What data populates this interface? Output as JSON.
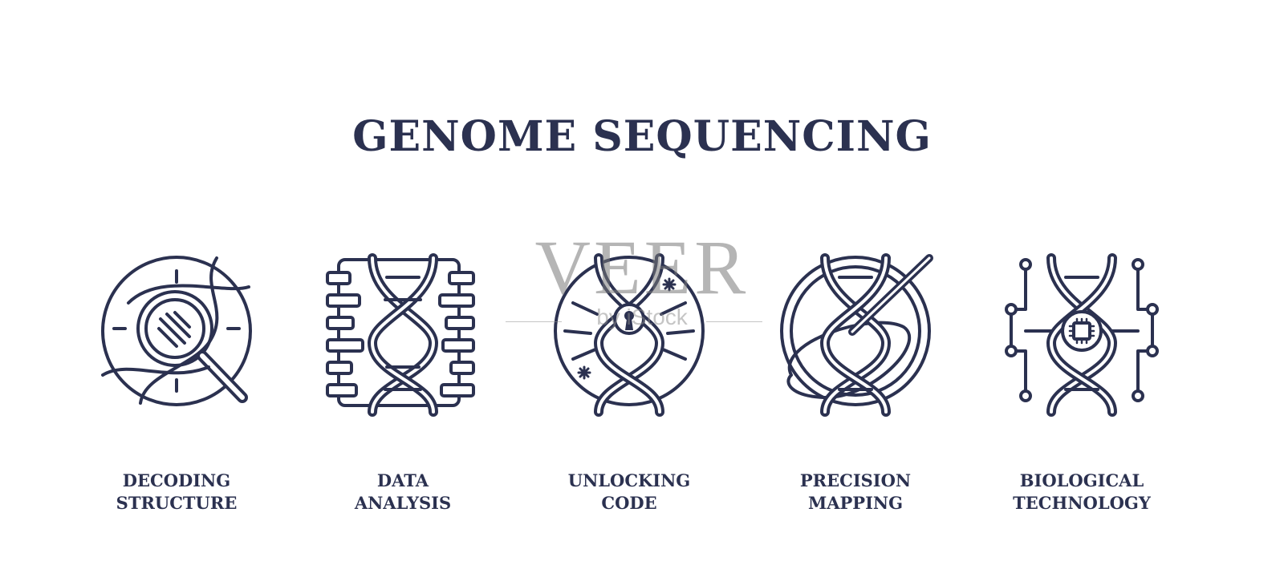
{
  "title": "GENOME SEQUENCING",
  "items": [
    {
      "icon": "magnifier-dna-icon",
      "line1": "DECODING",
      "line2": "STRUCTURE"
    },
    {
      "icon": "data-blocks-dna-icon",
      "line1": "DATA",
      "line2": "ANALYSIS"
    },
    {
      "icon": "keyhole-dna-icon",
      "line1": "UNLOCKING",
      "line2": "CODE"
    },
    {
      "icon": "needle-dna-icon",
      "line1": "PRECISION",
      "line2": "MAPPING"
    },
    {
      "icon": "chip-dna-icon",
      "line1": "BIOLOGICAL",
      "line2": "TECHNOLOGY"
    }
  ],
  "watermark": {
    "main": "VEER",
    "sub": "by iStock"
  },
  "colors": {
    "ink": "#2b3150",
    "watermark": "#8a8a8a"
  }
}
